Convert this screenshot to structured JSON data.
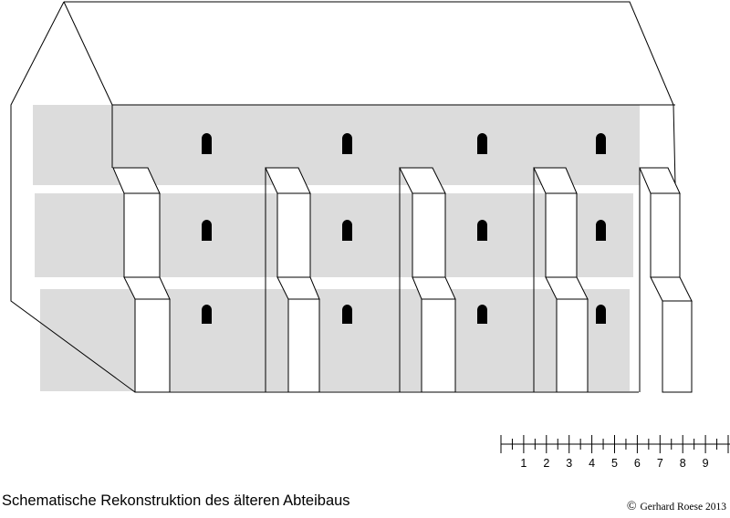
{
  "caption": "Schematische Rekonstruktion des älteren Abteibaus",
  "copyright": {
    "symbol": "©",
    "text": "Gerhard Roese 2013"
  },
  "scale_bar": {
    "labels": [
      "1",
      "2",
      "3",
      "4",
      "5",
      "6",
      "7",
      "8",
      "9"
    ]
  },
  "colors": {
    "floor_band": "#dcdcdc",
    "line": "#000000",
    "background": "#ffffff"
  }
}
